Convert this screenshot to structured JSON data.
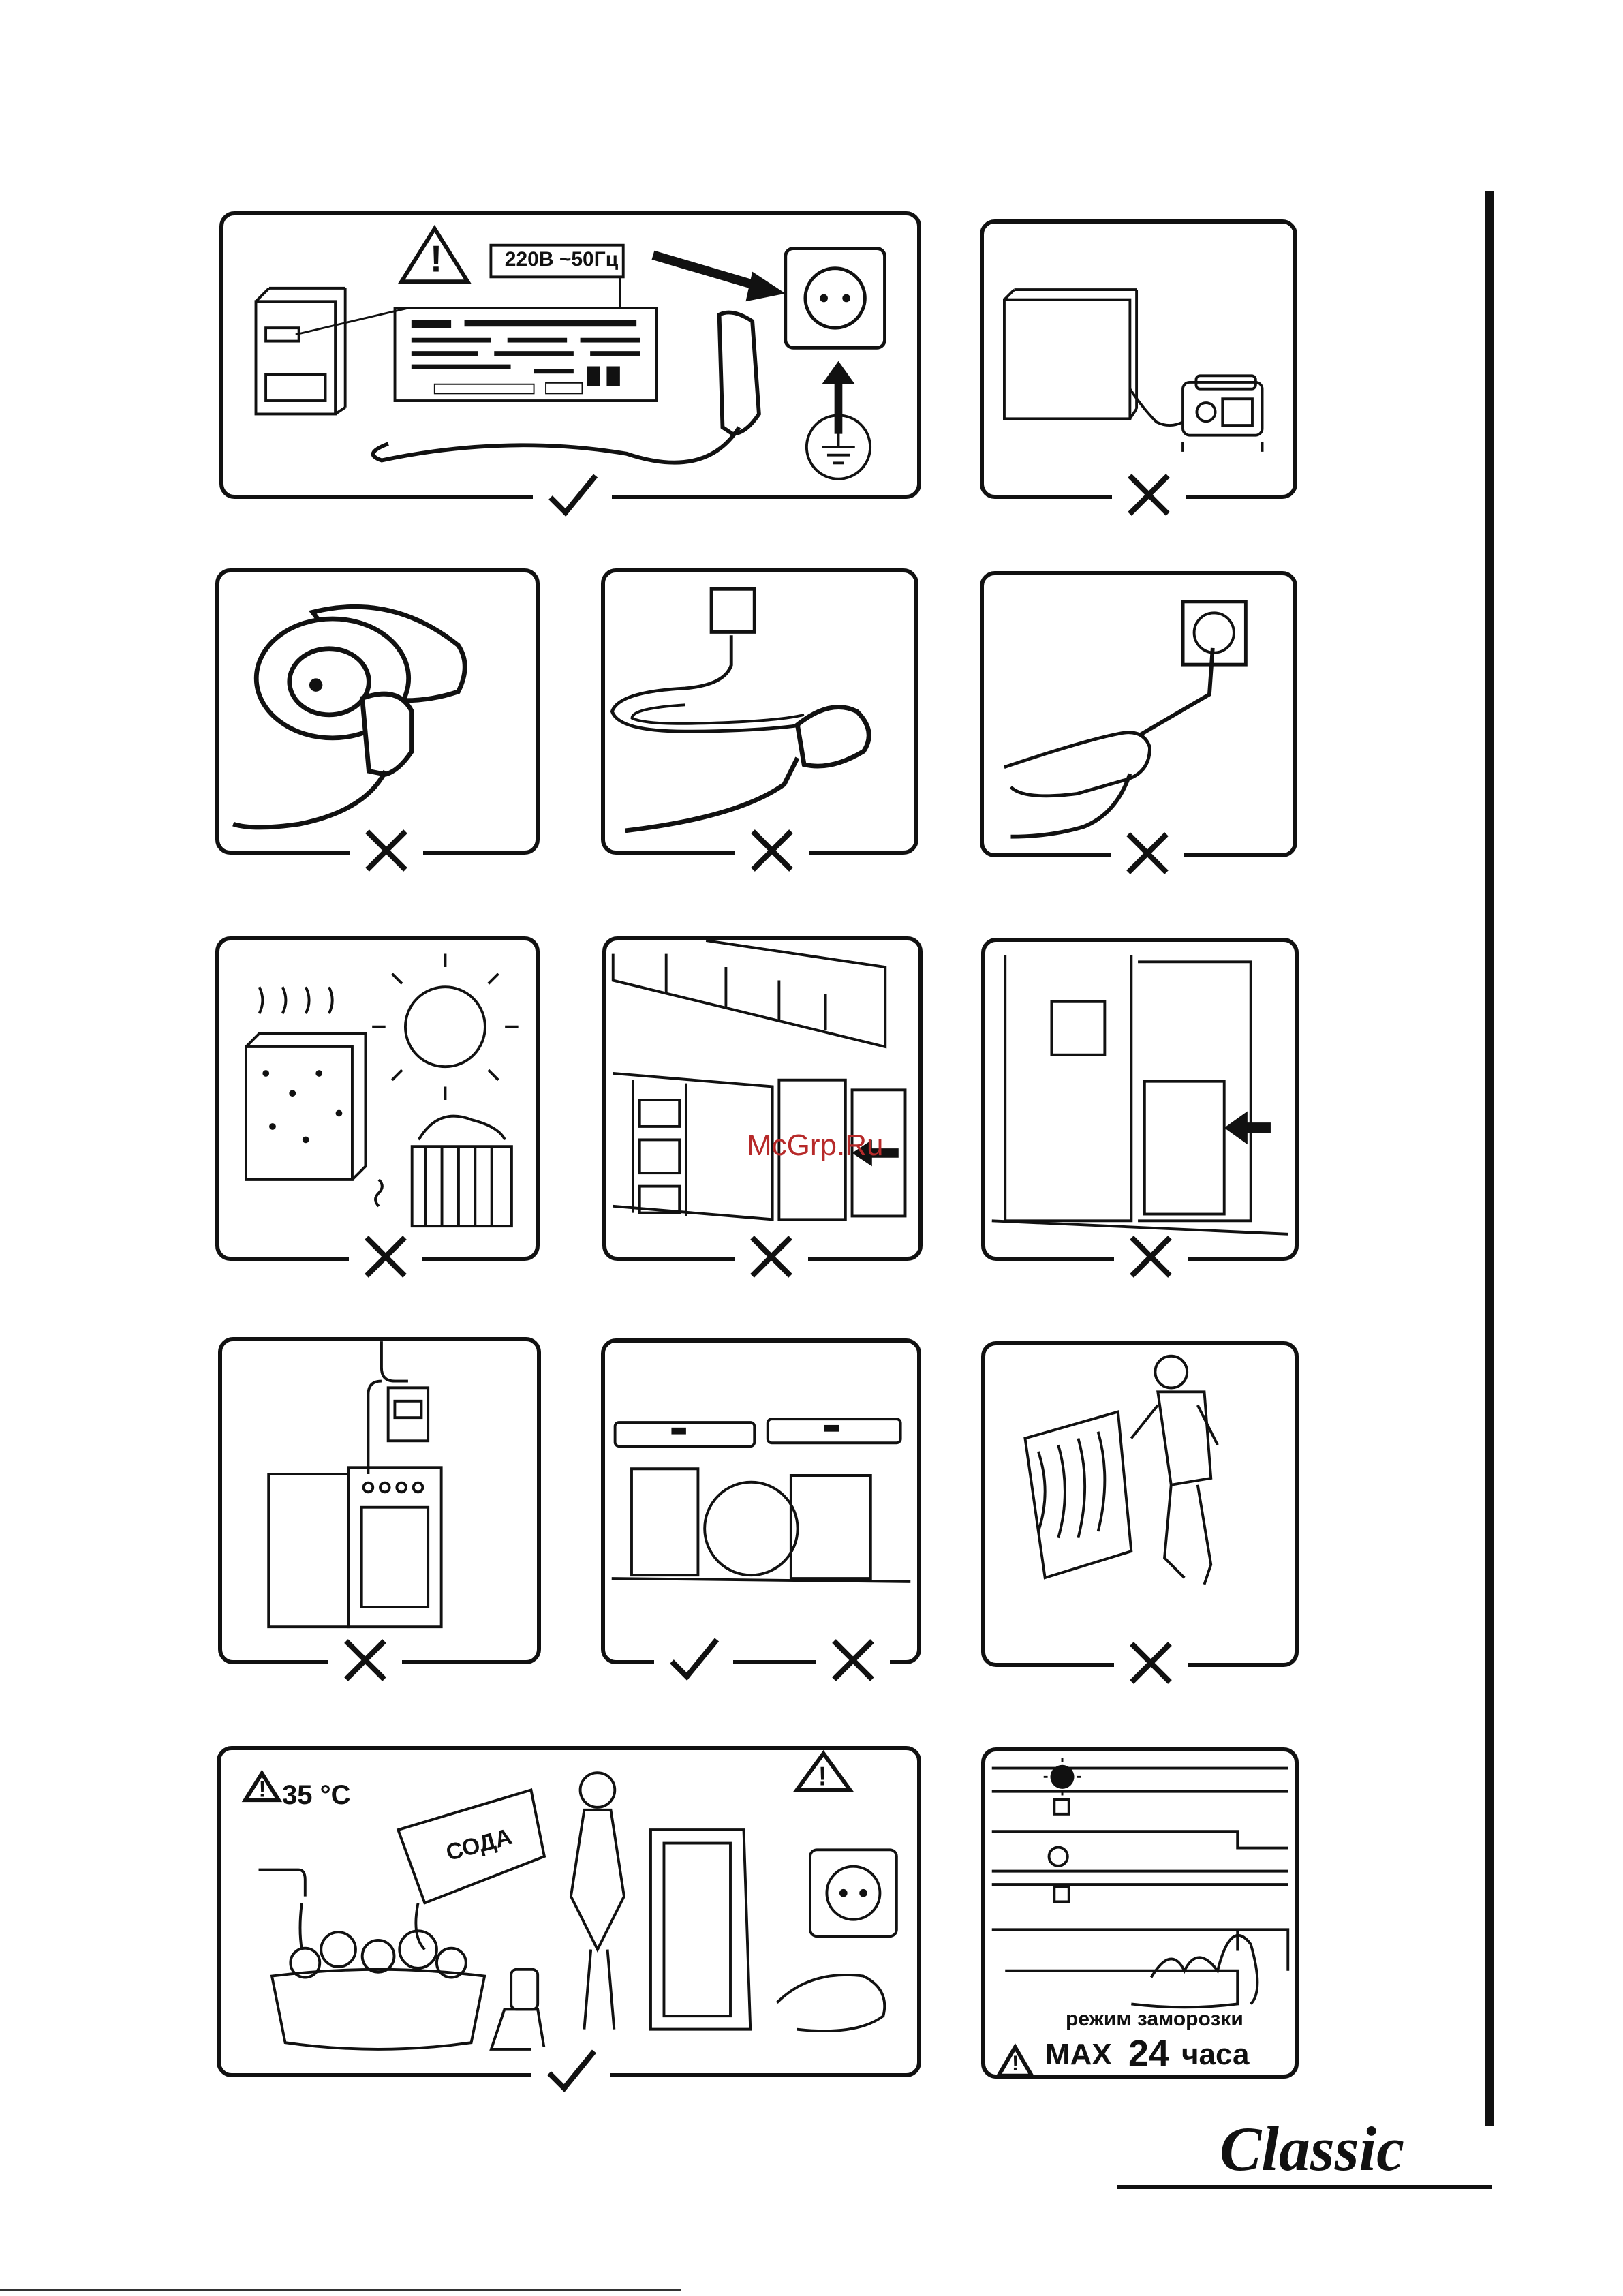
{
  "panel1": {
    "voltage_label": "220В  ~50Гц",
    "mark": "check"
  },
  "panel2": {
    "mark": "cross"
  },
  "panel3": {
    "mark": "cross"
  },
  "panel4": {
    "mark": "cross"
  },
  "panel5": {
    "mark": "cross"
  },
  "panel6": {
    "mark": "cross"
  },
  "panel7": {
    "mark": "cross"
  },
  "panel8": {
    "mark": "cross"
  },
  "panel9": {
    "mark": "cross"
  },
  "panel10": {
    "marks": [
      "check",
      "cross"
    ]
  },
  "panel11": {
    "mark": "cross"
  },
  "panel12": {
    "temperature": "35 °C",
    "box_label": "СОДА",
    "mark": "check"
  },
  "panel13": {
    "freeze_mode_label": "режим заморозки",
    "max_label": "MAX",
    "hours_value": "24",
    "hours_unit": "часа"
  },
  "watermark": "McGrp.Ru",
  "brand": "Classic",
  "colors": {
    "ink": "#111111",
    "paper": "#ffffff",
    "watermark": "#b72a2a"
  }
}
